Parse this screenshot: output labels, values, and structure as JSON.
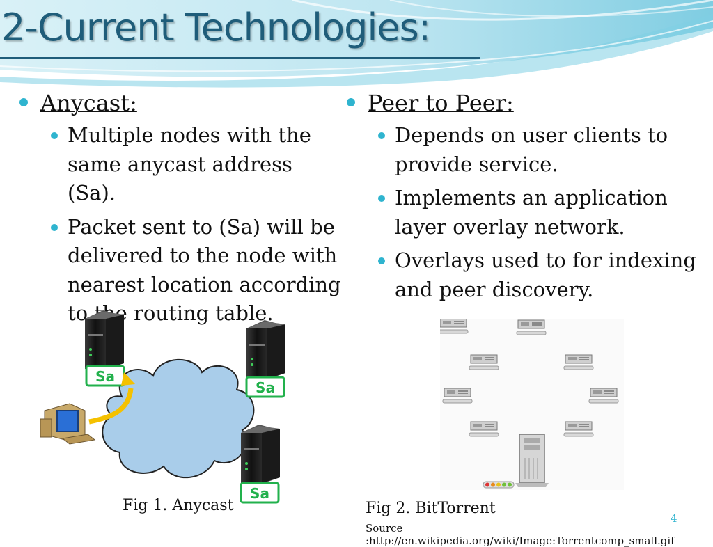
{
  "slide": {
    "title": "2-Current Technologies:",
    "page_number": "4"
  },
  "left": {
    "heading": "Anycast:",
    "bullets": [
      "Multiple nodes with the same anycast address (Sa).",
      "Packet sent to (Sa) will be delivered to the node with nearest location according to the routing table."
    ],
    "figure": {
      "node_label": "Sa",
      "caption": "Fig 1. Anycast"
    }
  },
  "right": {
    "heading": "Peer to Peer:",
    "bullets": [
      "Depends on user clients to provide service.",
      "Implements an application layer overlay network.",
      "Overlays used to for indexing and peer discovery."
    ],
    "figure": {
      "caption": "Fig 2. BitTorrent",
      "source": "Source :http://en.wikipedia.org/wiki/Image:Torrentcomp_small.gif"
    }
  },
  "colors": {
    "title": "#1f5d7a",
    "bullet": "#2fb4cf",
    "sa_box": "#22b14c",
    "cloud": "#a9cdea",
    "arrow": "#f5c100"
  }
}
